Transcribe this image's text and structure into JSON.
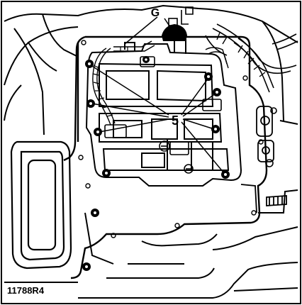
{
  "figure": {
    "reference": "11788R4",
    "labels": {
      "g": "G",
      "five": "5"
    }
  },
  "colors": {
    "ink": "#000000",
    "paper": "#ffffff"
  }
}
